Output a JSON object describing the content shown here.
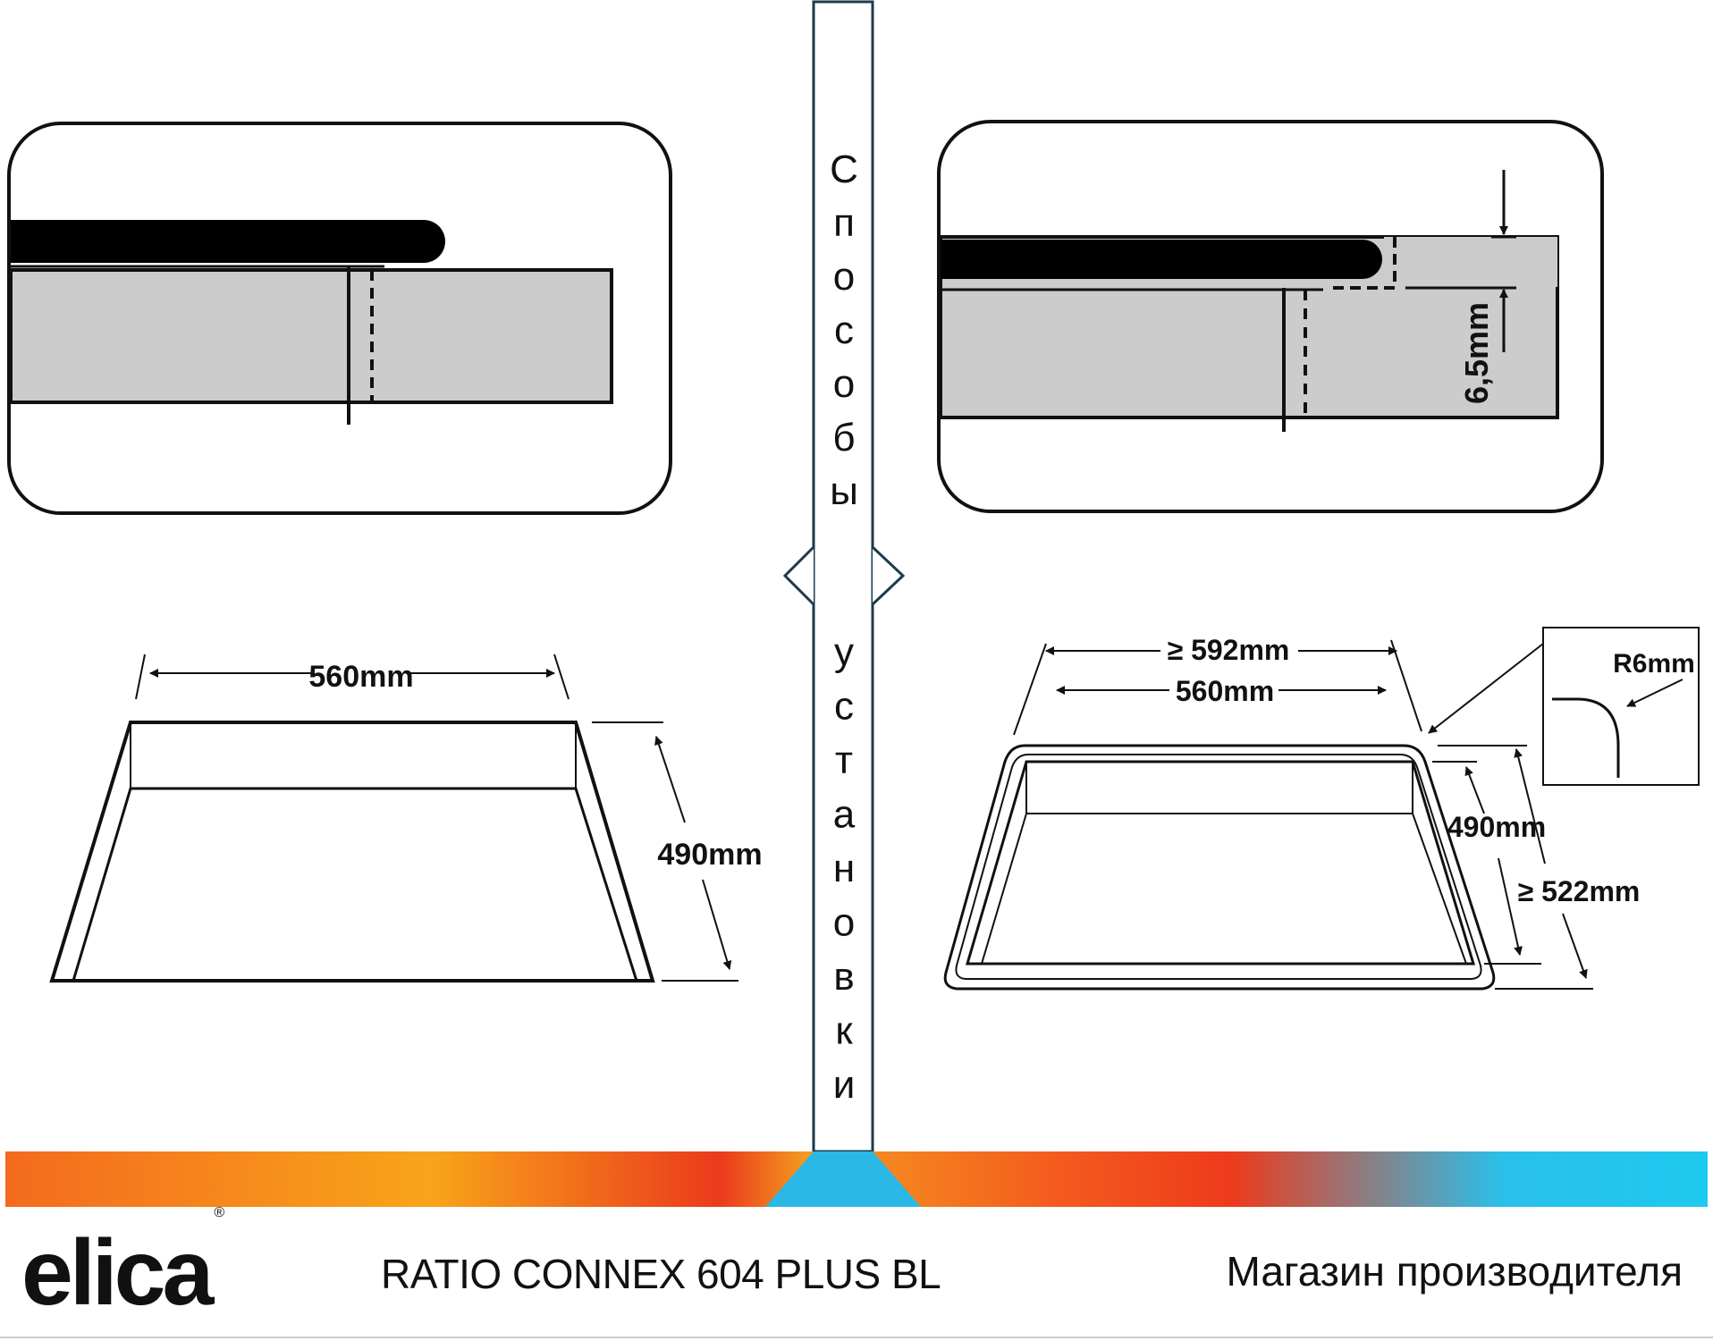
{
  "vertical_title_word1": [
    "С",
    "п",
    "о",
    "с",
    "о",
    "б",
    "ы"
  ],
  "vertical_title_word2": [
    "у",
    "с",
    "т",
    "а",
    "н",
    "о",
    "в",
    "к",
    "и"
  ],
  "left_cutout": {
    "width_label": "560mm",
    "depth_label": "490mm"
  },
  "right_detail": {
    "depth_label": "6,5mm"
  },
  "right_cutout": {
    "outer_width_label": "≥ 592mm",
    "inner_width_label": "560mm",
    "inner_depth_label": "490mm",
    "outer_depth_label": "≥ 522mm",
    "radius_label": "R6mm"
  },
  "footer": {
    "logo_text": "elica",
    "logo_mark": "®",
    "product": "RATIO CONNEX 604 PLUS BL",
    "store": "Магазин производителя",
    "gradient_colors": [
      "#f46a1e",
      "#f8a41a",
      "#ee3b1f",
      "#1ec9ef"
    ]
  }
}
